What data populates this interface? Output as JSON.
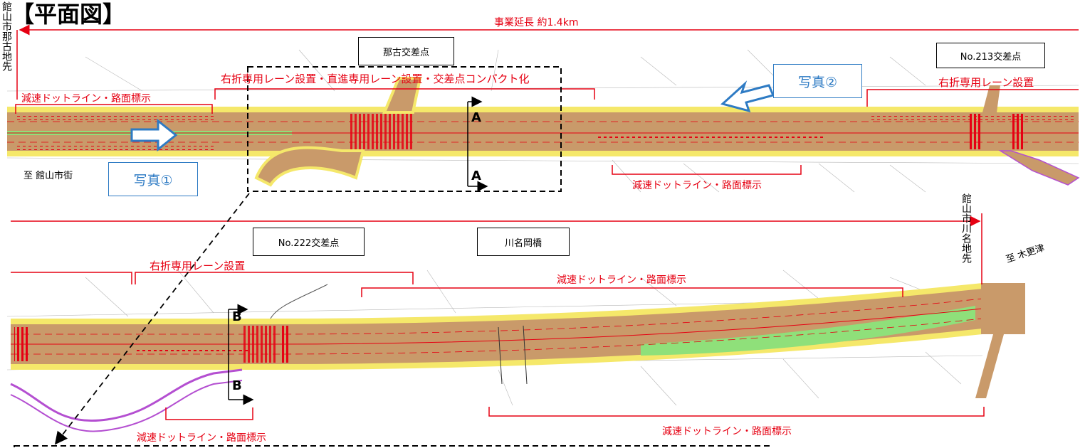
{
  "title": "【平面図】",
  "overall_extent": "事業延長 約1.4km",
  "place_start": "館山市那古地先",
  "place_end": "館山市川名地先",
  "to_left": "至 館山市街",
  "to_right": "至 木更津",
  "intersections": {
    "nago": "那古交差点",
    "no213": "No.213交差点",
    "no222": "No.222交差点",
    "bridge": "川名岡橋"
  },
  "photos": {
    "photo1": "写真①",
    "photo2": "写真②"
  },
  "annotations": {
    "upper_left_markings": "減速ドットライン・路面標示",
    "upper_center_works": "右折専用レーン設置・直進専用レーン設置・交差点コンパクト化",
    "upper_right_lane": "右折専用レーン設置",
    "upper_bottom_markings": "減速ドットライン・路面標示",
    "lower_left_lane": "右折専用レーン設置",
    "lower_center_markings": "減速ドットライン・路面標示",
    "lower_bottom_left_markings": "減速ドットライン・路面標示",
    "lower_bottom_right_markings": "減速ドットライン・路面標示"
  },
  "sections": {
    "a_top": "A",
    "a_bottom": "A",
    "b_top": "B",
    "b_bottom": "B"
  },
  "colors": {
    "road": "#c99a6a",
    "shoulder": "#f5e86a",
    "median": "#8fe07a",
    "markings": "#e60012",
    "photo_arrow": "#2e7bc4",
    "side_road": "#b44fd1"
  }
}
